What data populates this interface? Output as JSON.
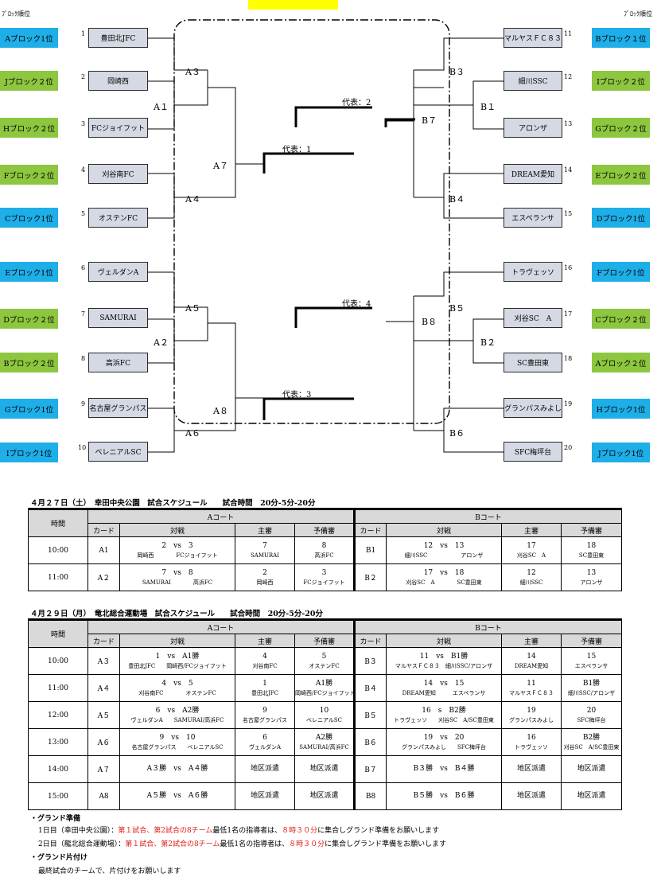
{
  "header": {
    "left_label": "ﾌﾞﾛｯｸ順位",
    "right_label": "ﾌﾞﾛｯｸ順位"
  },
  "colors": {
    "blue_block": "#1eaee8",
    "green_block": "#8dc63f",
    "team_box": "#d4d9e3",
    "highlight": "#ffff00",
    "note_red": "#e0201a"
  },
  "left_blocks": [
    {
      "label": "Aブロック1位",
      "color": "blue"
    },
    {
      "label": "Jブロック２位",
      "color": "green"
    },
    {
      "label": "Hブロック２位",
      "color": "green"
    },
    {
      "label": "Fブロック２位",
      "color": "green"
    },
    {
      "label": "Cブロック1位",
      "color": "blue"
    },
    {
      "label": "Eブロック1位",
      "color": "blue"
    },
    {
      "label": "Dブロック２位",
      "color": "green"
    },
    {
      "label": "Bブロック２位",
      "color": "green"
    },
    {
      "label": "Gブロック1位",
      "color": "blue"
    },
    {
      "label": "Iブロック1位",
      "color": "blue"
    }
  ],
  "right_blocks": [
    {
      "label": "Bブロック１位",
      "color": "blue"
    },
    {
      "label": "Iブロック２位",
      "color": "green"
    },
    {
      "label": "Gブロック２位",
      "color": "green"
    },
    {
      "label": "Eブロック２位",
      "color": "green"
    },
    {
      "label": "Dブロック1位",
      "color": "blue"
    },
    {
      "label": "Fブロック1位",
      "color": "blue"
    },
    {
      "label": "Cブロック２位",
      "color": "green"
    },
    {
      "label": "Aブロック２位",
      "color": "green"
    },
    {
      "label": "Hブロック1位",
      "color": "blue"
    },
    {
      "label": "Jブロック1位",
      "color": "blue"
    }
  ],
  "left_teams": [
    {
      "num": "1",
      "name": "豊田北JFC"
    },
    {
      "num": "2",
      "name": "岡崎西"
    },
    {
      "num": "3",
      "name": "FCジョイフット"
    },
    {
      "num": "4",
      "name": "刈谷南FC"
    },
    {
      "num": "5",
      "name": "オステンFC"
    },
    {
      "num": "6",
      "name": "ヴェルダンA"
    },
    {
      "num": "7",
      "name": "SAMURAI"
    },
    {
      "num": "8",
      "name": "高浜FC"
    },
    {
      "num": "9",
      "name": "名古屋グランパス"
    },
    {
      "num": "10",
      "name": "ベレニアルSC"
    }
  ],
  "right_teams": [
    {
      "num": "11",
      "name": "マルヤスＦＣ８３"
    },
    {
      "num": "12",
      "name": "細川SSC"
    },
    {
      "num": "13",
      "name": "アロンザ"
    },
    {
      "num": "14",
      "name": "DREAM愛知"
    },
    {
      "num": "15",
      "name": "エスペランサ"
    },
    {
      "num": "16",
      "name": "トラヴェッソ"
    },
    {
      "num": "17",
      "name": "刈谷SC　A"
    },
    {
      "num": "18",
      "name": "SC豊田東"
    },
    {
      "num": "19",
      "name": "グランパスみよし"
    },
    {
      "num": "20",
      "name": "SFC梅坪台"
    }
  ],
  "match_labels": {
    "A1": "A１",
    "A2": "A２",
    "A3": "A３",
    "A4": "A４",
    "A5": "A５",
    "A6": "A６",
    "A7": "A７",
    "A8": "A８",
    "B1": "B１",
    "B2": "B２",
    "B3": "B３",
    "B4": "B４",
    "B5": "B５",
    "B6": "B６",
    "B7": "B７",
    "B8": "B８"
  },
  "representatives": {
    "r1": "代表：1",
    "r2": "代表：2",
    "r3": "代表：3",
    "r4": "代表：4"
  },
  "schedule1": {
    "title": "４月２７日（土）　幸田中央公園　試合スケジュール　　試合時間　20分-5分-20分",
    "a_court": "Aコート",
    "b_court": "Bコート",
    "col_time": "時間",
    "col_card": "カード",
    "col_match": "対戦",
    "col_ref": "主審",
    "col_sub": "予備審",
    "rows": [
      {
        "time": "10:00",
        "a": {
          "card": "A1",
          "m1": "2　vs　3",
          "m2": "岡崎西　　　　FCジョイフット",
          "r1": "7",
          "r2": "SAMURAI",
          "s1": "8",
          "s2": "高浜FC"
        },
        "b": {
          "card": "B1",
          "m1": "12　vs　13",
          "m2": "細川SSC　　　　　　アロンザ",
          "r1": "17",
          "r2": "刈谷SC　A",
          "s1": "18",
          "s2": "SC豊田東"
        }
      },
      {
        "time": "11:00",
        "a": {
          "card": "A２",
          "m1": "7　vs　8",
          "m2": "SAMURAI　　　　高浜FC",
          "r1": "2",
          "r2": "岡崎西",
          "s1": "3",
          "s2": "FCジョイフット"
        },
        "b": {
          "card": "B２",
          "m1": "17　vs　18",
          "m2": "刈谷SC　A　　　　SC豊田東",
          "r1": "12",
          "r2": "細川SSC",
          "s1": "13",
          "s2": "アロンザ"
        }
      }
    ]
  },
  "schedule2": {
    "title": "４月２９日（月）　竜北総合運動場　試合スケジュール　　試合時間　20分-5分-20分",
    "a_court": "Aコート",
    "b_court": "Bコート",
    "col_time": "時間",
    "col_card": "カード",
    "col_match": "対戦",
    "col_ref": "主審",
    "col_sub": "予備審",
    "rows": [
      {
        "time": "10:00",
        "a": {
          "card": "A３",
          "m1": "1　vs　A1勝",
          "m2": "豊田北JFC　　岡崎西/FCジョイフット",
          "r1": "4",
          "r2": "刈谷南FC",
          "s1": "5",
          "s2": "オステンFC"
        },
        "b": {
          "card": "B３",
          "m1": "11　vs　B1勝",
          "m2": "マルヤスＦＣ８３　細川SSC/アロンザ",
          "r1": "14",
          "r2": "DREAM愛知",
          "s1": "15",
          "s2": "エスペランサ"
        }
      },
      {
        "time": "11:00",
        "a": {
          "card": "A４",
          "m1": "4　vs　5",
          "m2": "刈谷南FC　　　　オステンFC",
          "r1": "1",
          "r2": "豊田北JFC",
          "s1": "A1勝",
          "s2": "岡崎西/FCジョイフット"
        },
        "b": {
          "card": "B４",
          "m1": "14　vs　15",
          "m2": "DREAM愛知　　　エスペランサ",
          "r1": "11",
          "r2": "マルヤスＦＣ８３",
          "s1": "B1勝",
          "s2": "細川SSC/アロンザ"
        }
      },
      {
        "time": "12:00",
        "a": {
          "card": "A５",
          "m1": "6　vs　A2勝",
          "m2": "ヴェルダンA　　SAMURAI/高浜FC",
          "r1": "9",
          "r2": "名古屋グランパス",
          "s1": "10",
          "s2": "ベレニアルSC"
        },
        "b": {
          "card": "B５",
          "m1": "16　s　B2勝",
          "m2": "トラヴェッソ　　刈谷SC　A/SC豊田東",
          "r1": "19",
          "r2": "グランパスみよし",
          "s1": "20",
          "s2": "SFC梅坪台"
        }
      },
      {
        "time": "13:00",
        "a": {
          "card": "A６",
          "m1": "9　vs　10",
          "m2": "名古屋グランパス　　ベレニアルSC",
          "r1": "6",
          "r2": "ヴェルダンA",
          "s1": "A2勝",
          "s2": "SAMURAI/高浜FC"
        },
        "b": {
          "card": "B６",
          "m1": "19　vs　20",
          "m2": "グランパスみよし　　SFC梅坪台",
          "r1": "16",
          "r2": "トラヴェッソ",
          "s1": "B2勝",
          "s2": "刈谷SC　A/SC豊田東"
        }
      },
      {
        "time": "14:00",
        "a": {
          "card": "A７",
          "m1": "A３勝　vs　A４勝",
          "m2": "",
          "r1": "地区派遣",
          "r2": "",
          "s1": "地区派遣",
          "s2": ""
        },
        "b": {
          "card": "B７",
          "m1": "B３勝　vs　B４勝",
          "m2": "",
          "r1": "地区派遣",
          "r2": "",
          "s1": "地区派遣",
          "s2": ""
        }
      },
      {
        "time": "15:00",
        "a": {
          "card": "A8",
          "m1": "A５勝　vs　A６勝",
          "m2": "",
          "r1": "地区派遣",
          "r2": "",
          "s1": "地区派遣",
          "s2": ""
        },
        "b": {
          "card": "B8",
          "m1": "B５勝　vs　B６勝",
          "m2": "",
          "r1": "地区派遣",
          "r2": "",
          "s1": "地区派遣",
          "s2": ""
        }
      }
    ]
  },
  "notes": {
    "prep_title": "・グランド準備",
    "day1_a": "1日目（幸田中央公園）：",
    "day1_b": "第１試合、第2試合の8チーム",
    "day1_c": "最低1名の指導者は、",
    "day1_d": "８時３０分",
    "day1_e": "に集合しグランド準備をお願いします",
    "day2_a": "2日目（龍北総合運動場）：",
    "day2_b": "第１試合、第2試合の8チーム",
    "day2_c": "最低1名の指導者は、",
    "day2_d": "８時３０分",
    "day2_e": "に集合しグランド準備をお願いします",
    "cleanup_title": "・グランド片付け",
    "cleanup_text": "最終試合のチームで、片付けをお願いします"
  }
}
